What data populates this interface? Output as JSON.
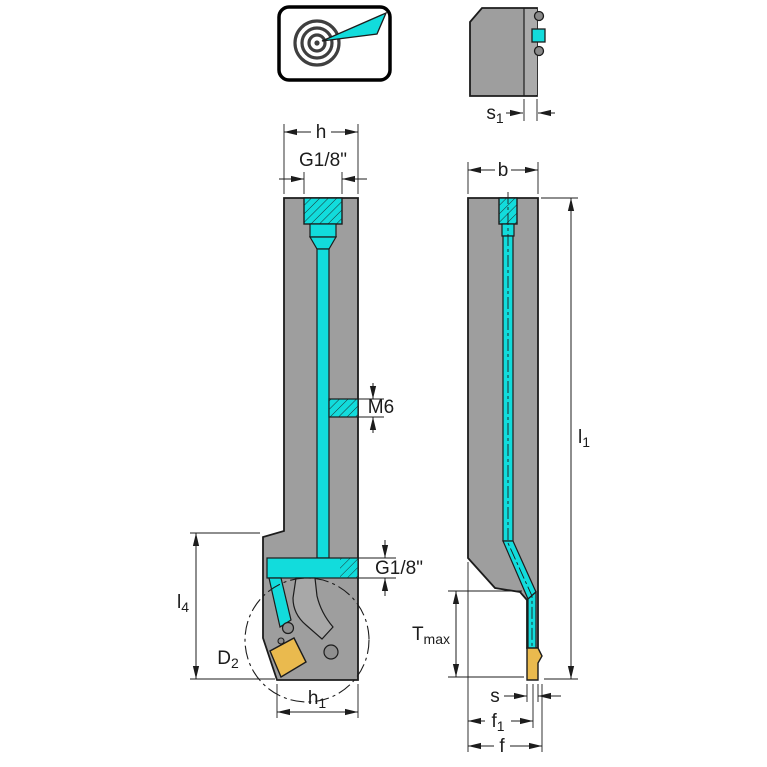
{
  "colors": {
    "body_gray": "#9e9e9e",
    "blade_gray": "#ababab",
    "clamp_gray": "#a8a8a8",
    "coolant_cyan": "#12dcdc",
    "insert_gold": "#eaba4e",
    "outline": "#1c1c1c",
    "icon_ring": "#3f3f3f"
  },
  "icon": {
    "name": "internal-coolant-icon"
  },
  "dims": {
    "h": {
      "label": "h"
    },
    "g18_top": {
      "label": "G1/8\""
    },
    "m6": {
      "label": "M6"
    },
    "g18_side": {
      "label": "G1/8\""
    },
    "l4": {
      "main": "l",
      "sub": "4"
    },
    "d2": {
      "main": "D",
      "sub": "2"
    },
    "h1": {
      "main": "h",
      "sub": "1"
    },
    "s1": {
      "main": "s",
      "sub": "1"
    },
    "b": {
      "label": "b"
    },
    "l1": {
      "main": "l",
      "sub": "1"
    },
    "tmax": {
      "main": "T",
      "sub": "max"
    },
    "s": {
      "label": "s"
    },
    "f1": {
      "main": "f",
      "sub": "1"
    },
    "f": {
      "label": "f"
    }
  }
}
